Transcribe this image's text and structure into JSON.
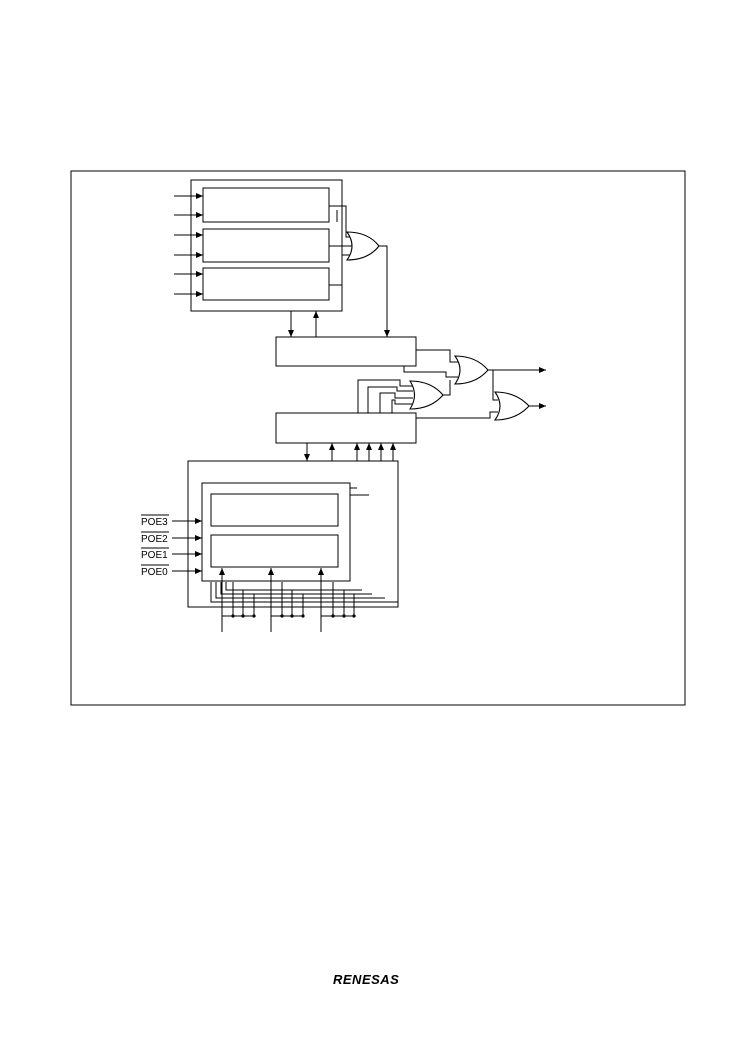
{
  "diagram": {
    "input_labels": [
      "POE3",
      "POE2",
      "POE1",
      "POE0"
    ]
  },
  "footer": {
    "logo_text": "RENESAS"
  }
}
